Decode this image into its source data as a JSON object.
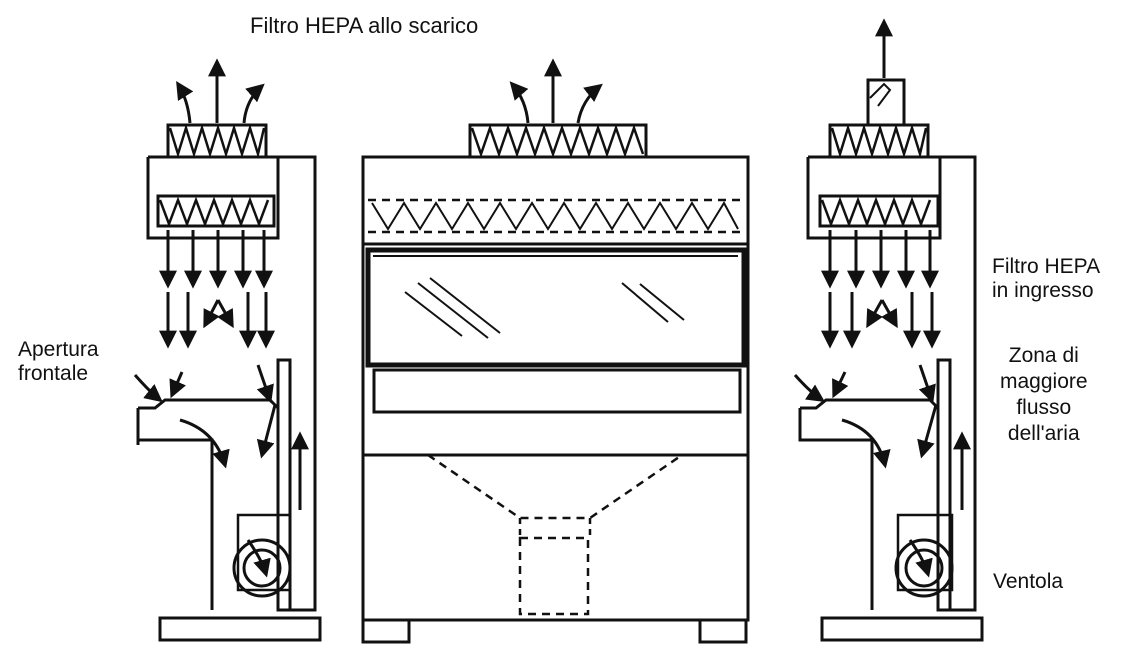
{
  "labels": {
    "exhaust_filter": "Filtro HEPA allo scarico",
    "supply_filter_line1": "Filtro HEPA",
    "supply_filter_line2": "in ingresso",
    "front_opening_line1": "Apertura",
    "front_opening_line2": "frontale",
    "airflow_zone_line1": "Zona di",
    "airflow_zone_line2": "maggiore",
    "airflow_zone_line3": "flusso",
    "airflow_zone_line4": "dell'aria",
    "fan": "Ventola"
  },
  "colors": {
    "ink": "#111111",
    "background": "#ffffff"
  }
}
